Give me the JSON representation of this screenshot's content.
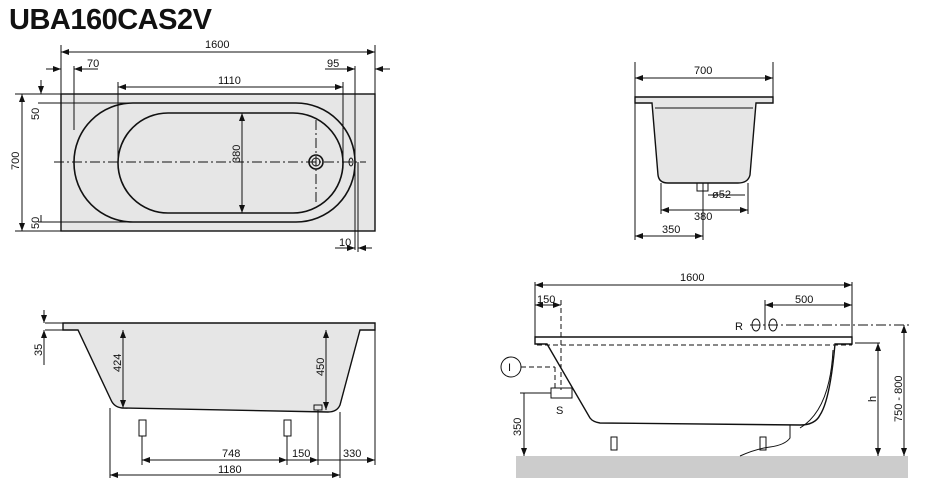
{
  "title": "UBA160CAS2V",
  "colors": {
    "tub_fill": "#e6e6e6",
    "floor": "#cccccc",
    "line": "#111111"
  },
  "plan_view": {
    "length": "1600",
    "left_offset": "70",
    "right_offset": "95",
    "inner_length": "1110",
    "inner_width": "380",
    "width": "700",
    "rim_top": "50",
    "rim_bottom": "50",
    "overflow_offset": "10"
  },
  "end_view": {
    "width": "700",
    "drain": "ø52",
    "bottom_width": "380",
    "drain_offset": "350"
  },
  "side_view": {
    "rim": "35",
    "depth_left": "424",
    "depth_right": "450",
    "feet_spacing": "748",
    "feet_offset": "150",
    "drain_offset": "330",
    "bottom_length": "1180"
  },
  "install_view": {
    "length": "1600",
    "panel_offset": "150",
    "tap_offset": "500",
    "tap_label": "R",
    "marker": "I",
    "support_label": "S",
    "support_height": "350",
    "height_label": "h",
    "height_range": "750 - 800"
  }
}
